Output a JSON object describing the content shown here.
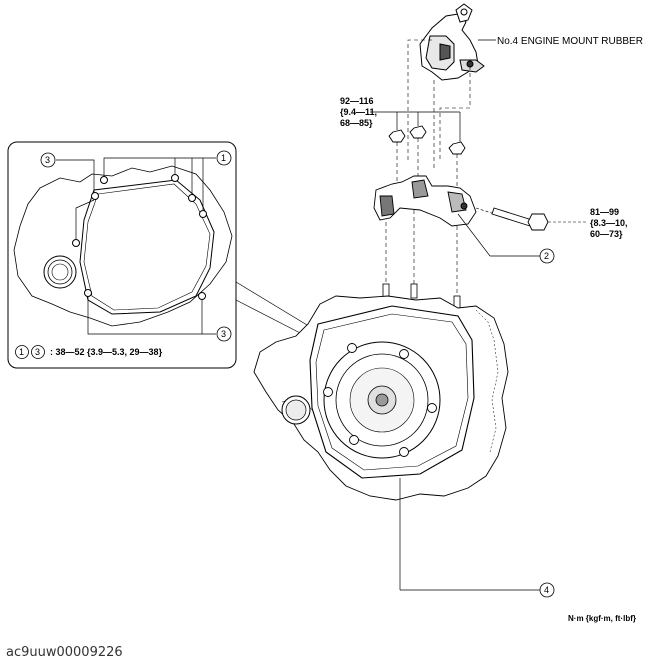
{
  "callouts": {
    "mount_rubber": "No.4 ENGINE MOUNT RUBBER",
    "c1": "1",
    "c2": "2",
    "c3": "3",
    "c4": "4"
  },
  "torque": {
    "nut_group": [
      "92—116",
      "{9.4—11,",
      "68—85}"
    ],
    "bolt": [
      "81—99",
      "{8.3—10,",
      "60—73}"
    ],
    "housing_bolts": ": 38—52 {3.9—5.3, 29—38}"
  },
  "unit_note": "N·m {kgf·m, ft·lbf}",
  "figure_code": "ac9uuw00009226"
}
